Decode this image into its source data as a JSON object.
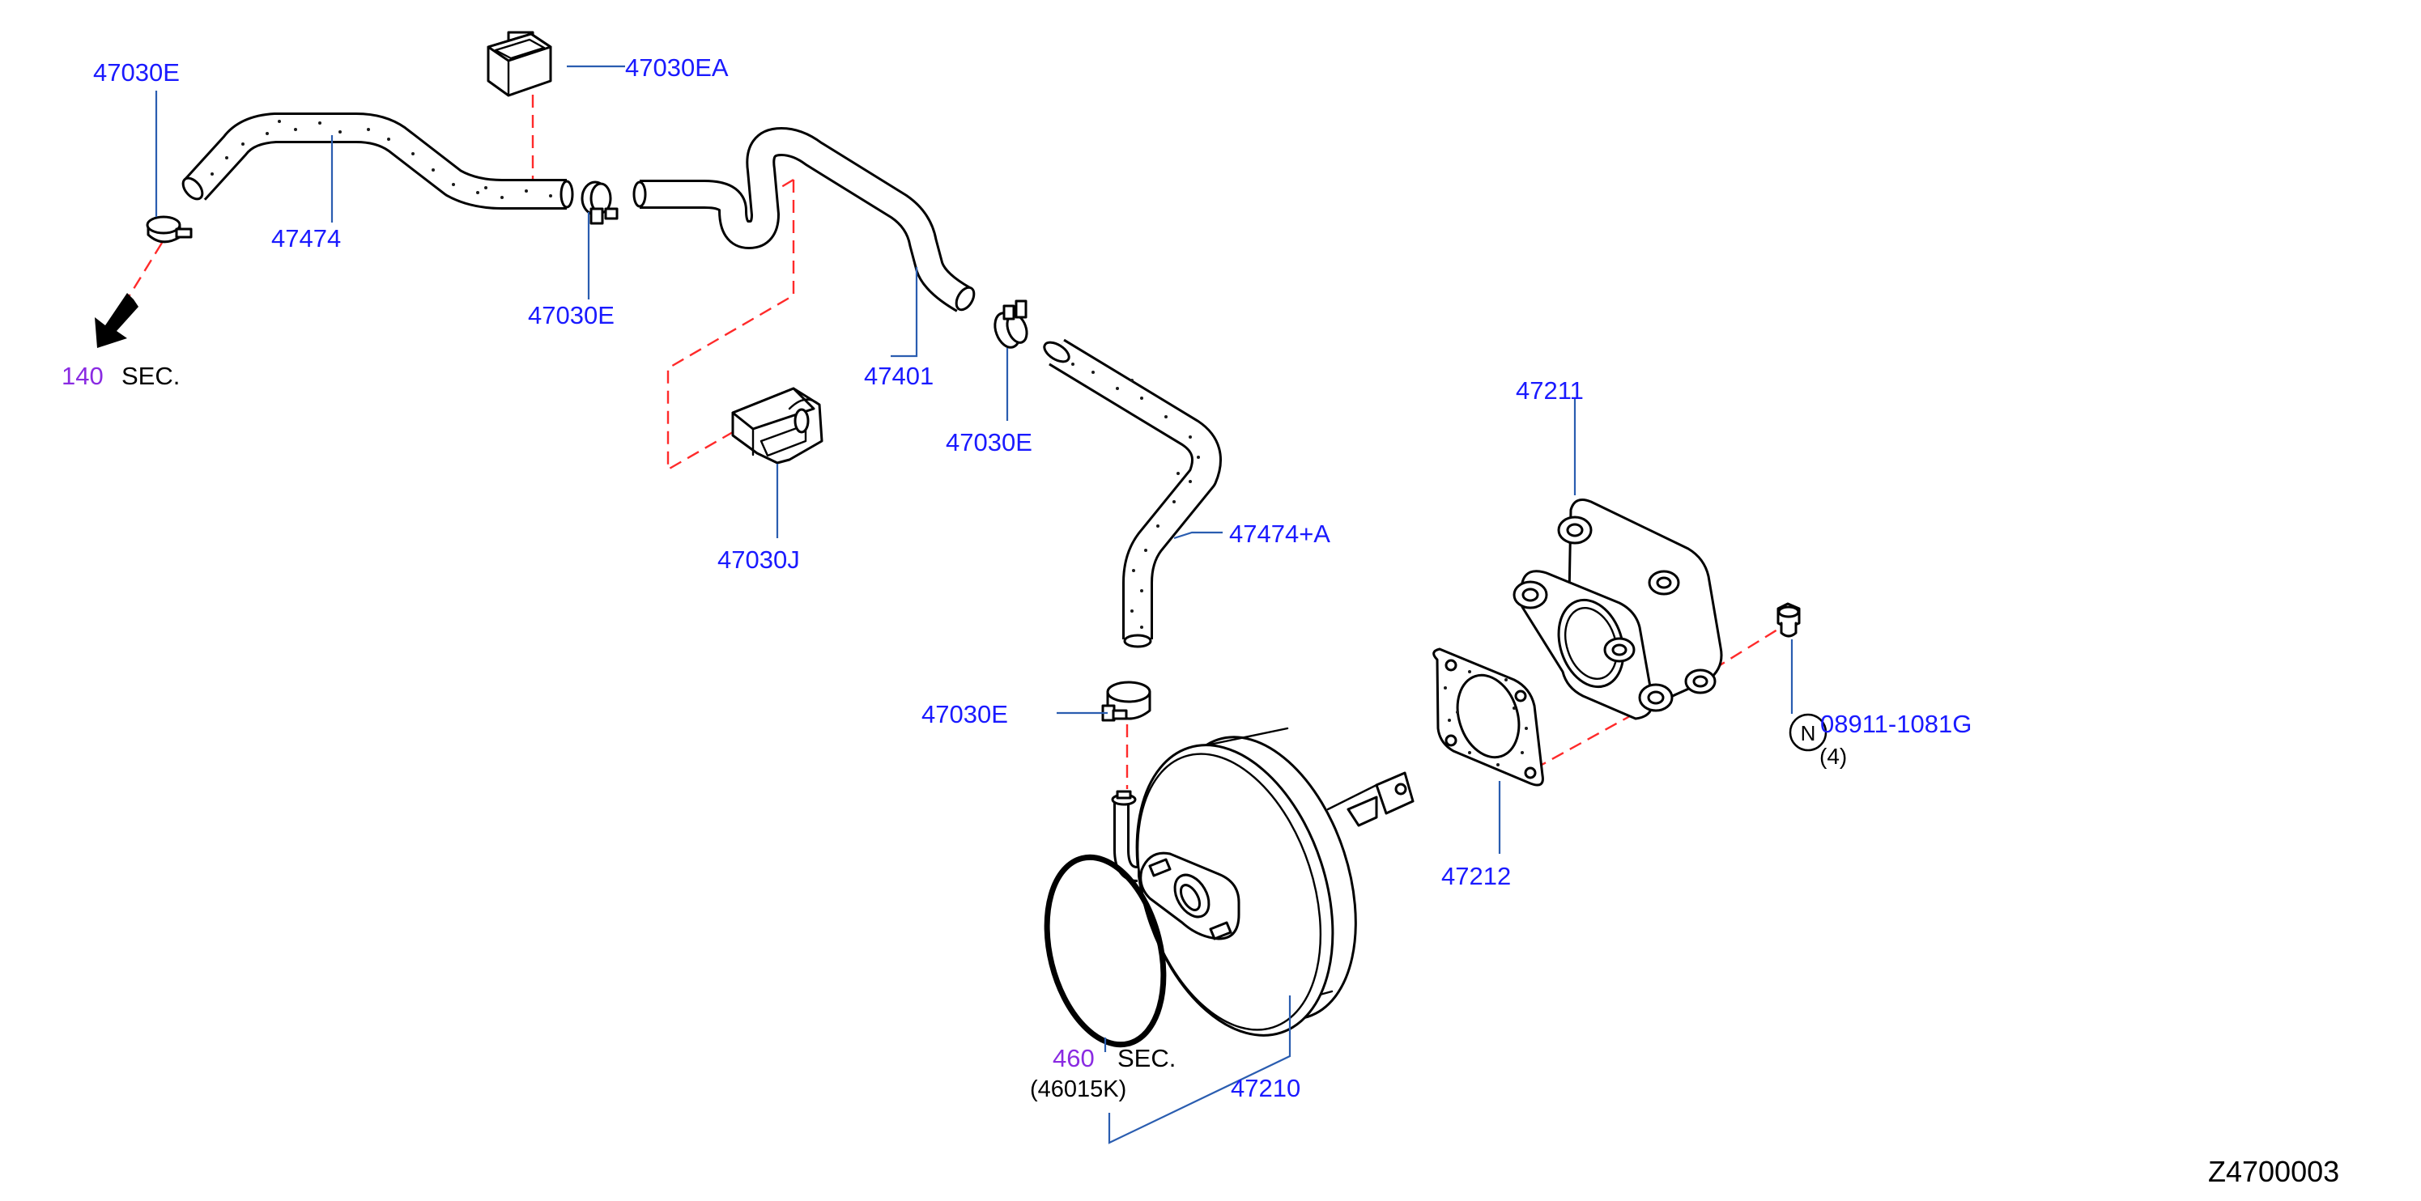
{
  "colors": {
    "part_number": "#1a1aff",
    "section_number": "#8a2be2",
    "leader_line": "#2a5db0",
    "dashed_line": "#ff2a2a",
    "linework": "#000000",
    "plain_text": "#000000"
  },
  "labels": {
    "clamp_top_left": "47030E",
    "connector_top": "47030EA",
    "hose_left": "47474",
    "clamp_mid": "47030E",
    "section_140": {
      "number": "140",
      "text": "SEC."
    },
    "tube_47401": "47401",
    "clamp_right": "47030E",
    "bracket": "47030J",
    "hose_right": "47474+A",
    "clamp_bottom": "47030E",
    "spacer": "47211",
    "gasket": "47212",
    "nut": {
      "badge": "N",
      "part": "08911-1081G",
      "qty": "(4)"
    },
    "section_460": {
      "number": "460",
      "text": "SEC.",
      "sub": "(46015K)"
    },
    "booster": "47210"
  },
  "diagram_code": "Z4700003"
}
